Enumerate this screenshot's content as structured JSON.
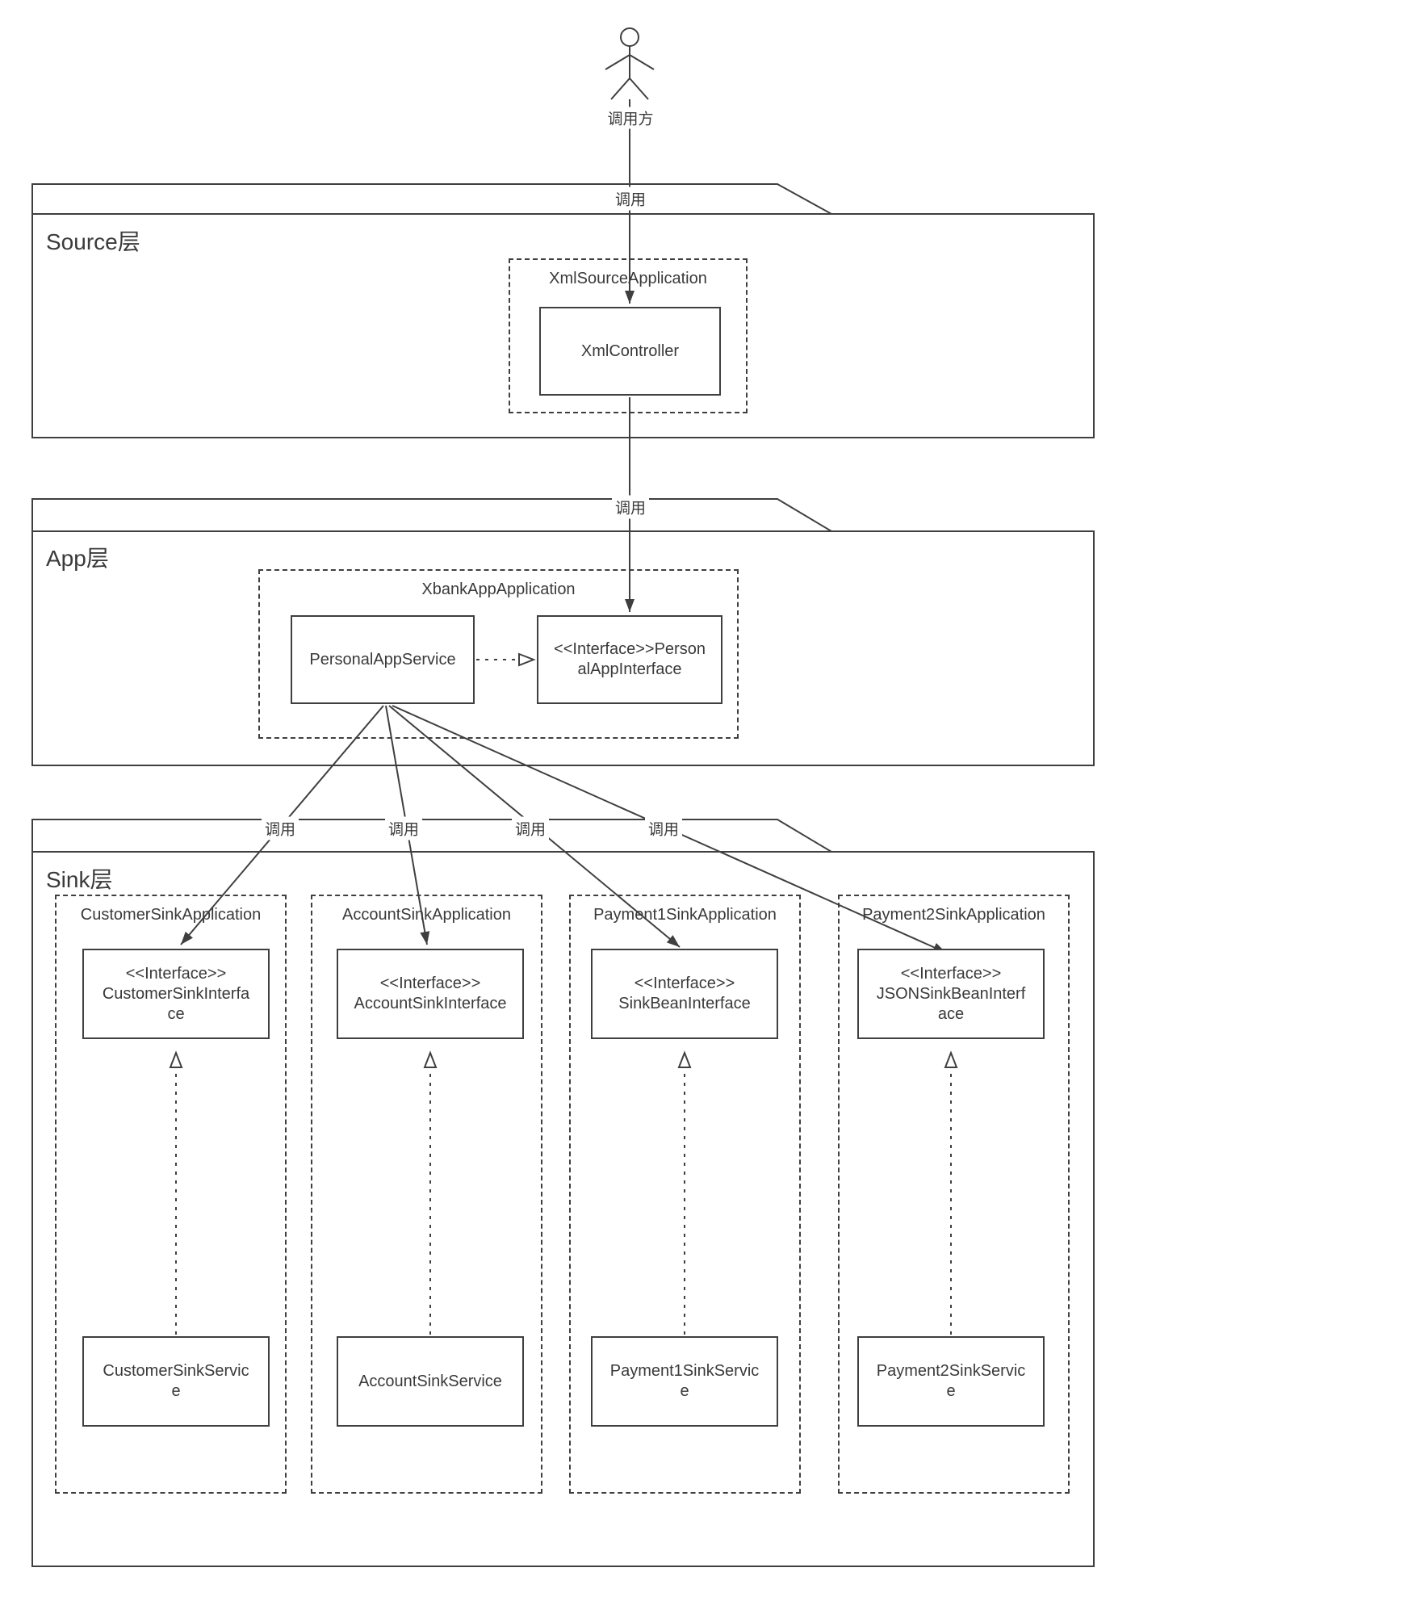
{
  "actor": {
    "label": "调用方"
  },
  "call_labels": [
    "调用",
    "调用",
    "调用",
    "调用",
    "调用",
    "调用"
  ],
  "layers": {
    "source": {
      "title": "Source层",
      "package": {
        "name": "XmlSourceApplication",
        "controller": "XmlController"
      }
    },
    "app": {
      "title": "App层",
      "package": {
        "name": "XbankAppApplication",
        "service": "PersonalAppService",
        "interface": "<<Interface>>PersonalAppInterface"
      }
    },
    "sink": {
      "title": "Sink层",
      "packages": [
        {
          "name": "CustomerSinkApplication",
          "interface_stereotype": "<<Interface>>",
          "interface_name": "CustomerSinkInterface",
          "service": "CustomerSinkService"
        },
        {
          "name": "AccountSinkApplication",
          "interface_stereotype": "<<Interface>>",
          "interface_name": "AccountSinkInterface",
          "service": "AccountSinkService"
        },
        {
          "name": "Payment1SinkApplication",
          "interface_stereotype": "<<Interface>>",
          "interface_name": "SinkBeanInterface",
          "service": "Payment1SinkService"
        },
        {
          "name": "Payment2SinkApplication",
          "interface_stereotype": "<<Interface>>",
          "interface_name": "JSONSinkBeanInterface",
          "service": "Payment2SinkService"
        }
      ]
    }
  }
}
